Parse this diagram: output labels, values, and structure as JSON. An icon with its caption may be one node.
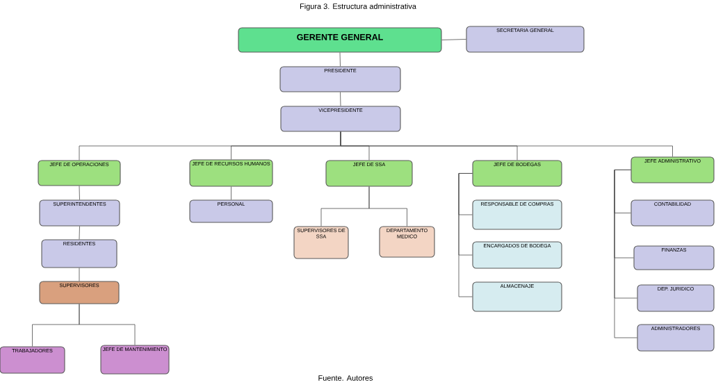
{
  "diagram": {
    "title": "Figura 3. Estructura administrativa",
    "caption": "Fuente. Autores",
    "nodes": [
      {
        "text": [
          "GERENTE GENERAL"
        ]
      },
      {
        "text": [
          "SECRETARIA GENERAL"
        ]
      },
      {
        "text": [
          "PRESIDENTE"
        ]
      },
      {
        "text": [
          "VICEPRESIDENTE"
        ]
      },
      {
        "text": [
          "JEFE DE OPERACIONES"
        ]
      },
      {
        "text": [
          "JEFE DE RECURSOS HUMANOS"
        ]
      },
      {
        "text": [
          "JEFE DE SSA"
        ]
      },
      {
        "text": [
          "JEFE DE BODEGAS"
        ]
      },
      {
        "text": [
          "JEFE ADMINISTRATIVO"
        ]
      },
      {
        "text": [
          "SUPERINTENDENTES"
        ]
      },
      {
        "text": [
          "RESIDENTES"
        ]
      },
      {
        "text": [
          "SUPERVISORES"
        ]
      },
      {
        "text": [
          "TRABAJADORES"
        ]
      },
      {
        "text": [
          "JEFE DE MANTENIMIENTO"
        ]
      },
      {
        "text": [
          "PERSONAL"
        ]
      },
      {
        "text": [
          "SUPERVISORES DE SSA"
        ]
      },
      {
        "text": [
          "DEPARTAMENTO MEDICO"
        ]
      },
      {
        "text": [
          "RESPONSABLE DE COMPRAS"
        ]
      },
      {
        "text": [
          "ENCARGADOS DE BODEGA"
        ]
      },
      {
        "text": [
          "ALMACENAJE"
        ]
      },
      {
        "text": [
          "CONTABILIDAD"
        ]
      },
      {
        "text": [
          "FINANZAS"
        ]
      },
      {
        "text": [
          "DEP. JURIDICO"
        ]
      },
      {
        "text": [
          "ADMINISTRADORES"
        ]
      }
    ],
    "edges": [
      {
        "from": 0,
        "to": 1,
        "arrow": "none"
      },
      {
        "from": 0,
        "to": 2,
        "arrow": "none"
      },
      {
        "from": 2,
        "to": 3,
        "arrow": "none"
      },
      {
        "from": 3,
        "to": 4,
        "arrow": "none"
      },
      {
        "from": 3,
        "to": 5,
        "arrow": "none"
      },
      {
        "from": 3,
        "to": 6,
        "arrow": "none"
      },
      {
        "from": 3,
        "to": 7,
        "arrow": "none"
      },
      {
        "from": 3,
        "to": 8,
        "arrow": "none"
      },
      {
        "from": 4,
        "to": 9,
        "arrow": "none"
      },
      {
        "from": 9,
        "to": 10,
        "arrow": "none"
      },
      {
        "from": 10,
        "to": 11,
        "arrow": "none"
      },
      {
        "from": 11,
        "to": 12,
        "arrow": "none"
      },
      {
        "from": 11,
        "to": 13,
        "arrow": "none"
      },
      {
        "from": 5,
        "to": 14,
        "arrow": "none"
      },
      {
        "from": 6,
        "to": 15,
        "arrow": "none"
      },
      {
        "from": 6,
        "to": 16,
        "arrow": "none"
      },
      {
        "from": 7,
        "to": 17,
        "arrow": "none"
      },
      {
        "from": 7,
        "to": 18,
        "arrow": "none"
      },
      {
        "from": 7,
        "to": 19,
        "arrow": "none"
      },
      {
        "from": 8,
        "to": 20,
        "arrow": "none"
      },
      {
        "from": 8,
        "to": 21,
        "arrow": "none"
      },
      {
        "from": 8,
        "to": 22,
        "arrow": "none"
      },
      {
        "from": 8,
        "to": 23,
        "arrow": "none"
      }
    ]
  }
}
